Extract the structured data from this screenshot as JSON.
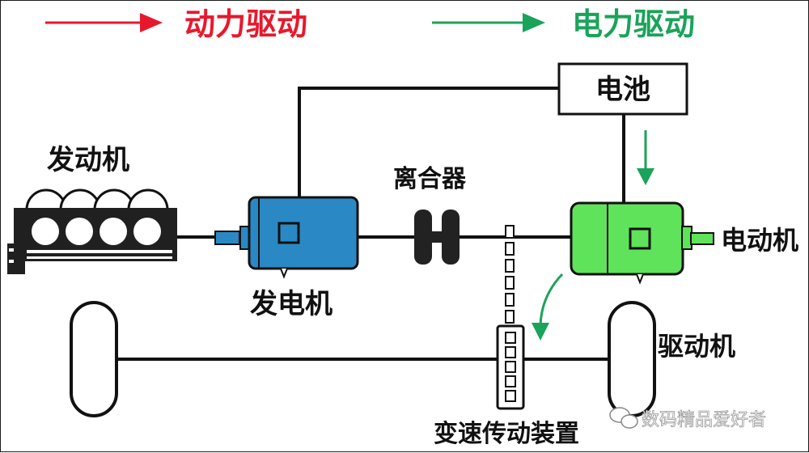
{
  "legend": {
    "power_drive": {
      "label": "动力驱动",
      "color": "#e8182c"
    },
    "electric_drive": {
      "label": "电力驱动",
      "color": "#1aa35a"
    }
  },
  "components": {
    "engine": "发动机",
    "generator": "发电机",
    "clutch": "离合器",
    "battery": "电池",
    "motor": "电动机",
    "drive_machine": "驱动机",
    "transmission": "变速传动装置"
  },
  "colors": {
    "generator": "#2a89c4",
    "motor": "#5fe35a",
    "flow_arrow": "#1aa35a",
    "line": "#111111"
  },
  "watermark": "数码精品爱好者"
}
